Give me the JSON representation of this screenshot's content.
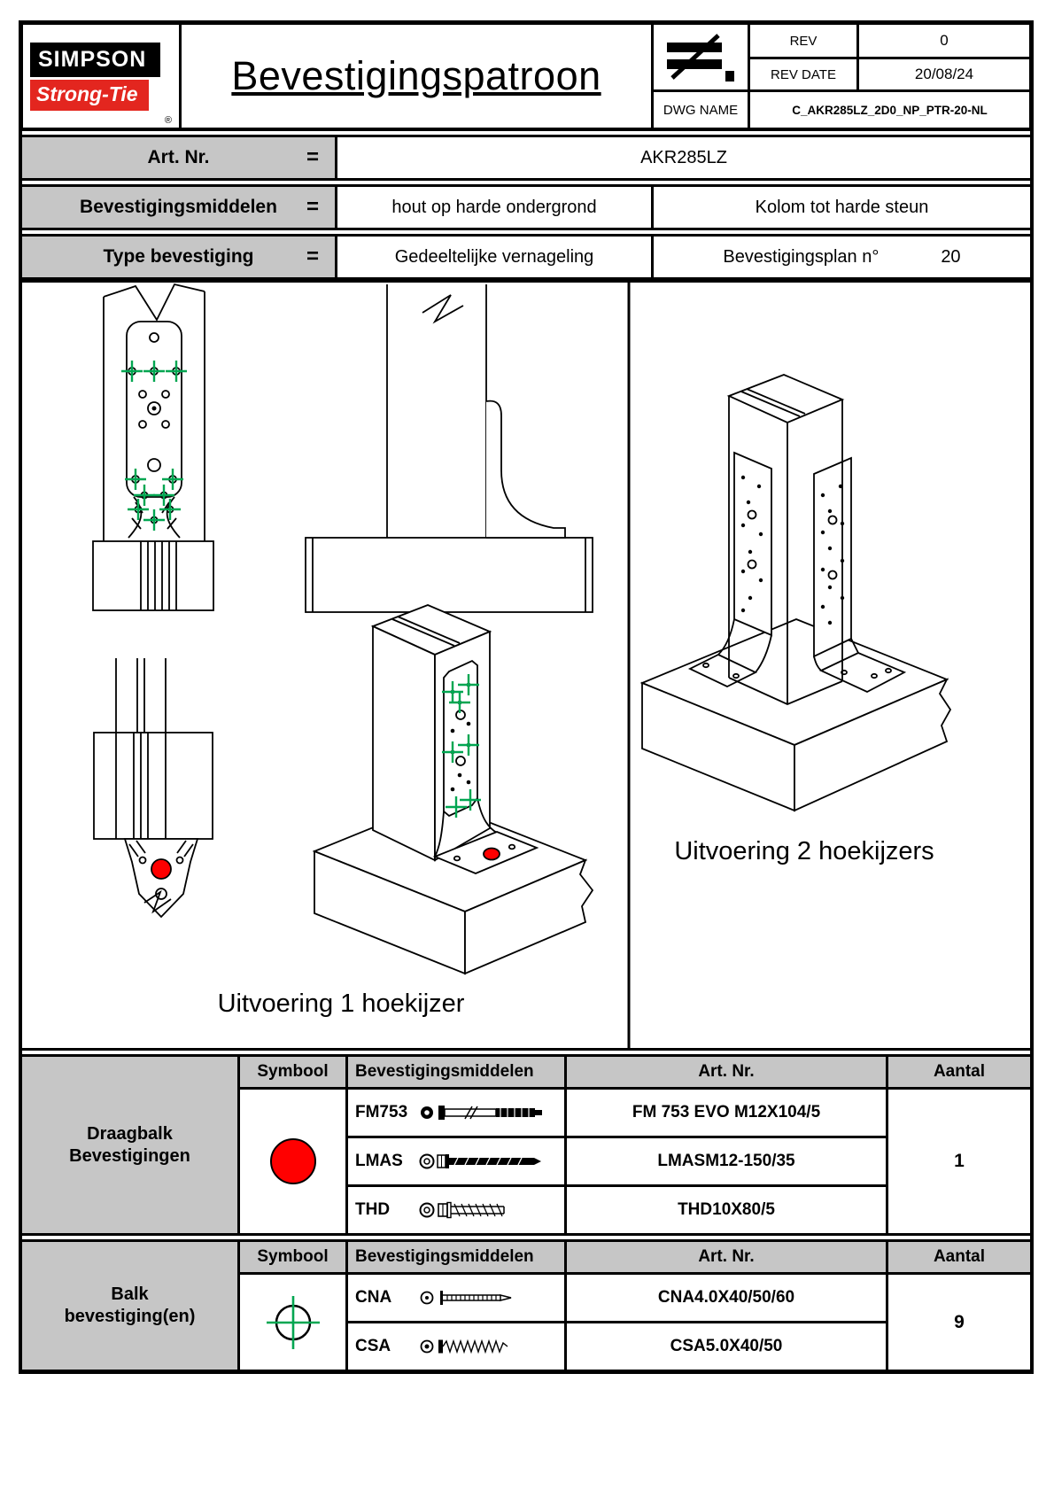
{
  "colors": {
    "brand_red": "#e3261f",
    "symbol_red": "#ff0000",
    "symbol_green": "#00a651",
    "header_gray": "#c6c6c6",
    "line_black": "#000000"
  },
  "logo": {
    "line1": "SIMPSON",
    "line2": "Strong-Tie",
    "registered_mark": "®"
  },
  "title_block": {
    "title": "Bevestigingspatroon",
    "projection_symbol": "≠",
    "rev_label": "REV",
    "rev_value": "0",
    "rev_date_label": "REV DATE",
    "rev_date_value": "20/08/24",
    "dwg_name_label": "DWG NAME",
    "dwg_name_value": "C_AKR285LZ_2D0_NP_PTR-20-NL"
  },
  "info_table": {
    "equals_sign": "=",
    "rows": [
      {
        "label": "Art. Nr.",
        "value": "AKR285LZ"
      },
      {
        "label": "Bevestigingsmiddelen",
        "value_left": "hout op harde ondergrond",
        "value_right": "Kolom tot harde steun"
      },
      {
        "label": "Type bevestiging",
        "value_left": "Gedeeltelijke vernageling",
        "value_right_label": "Bevestigingsplan n°",
        "value_right_number": "20"
      }
    ]
  },
  "drawing_area": {
    "caption_variant1": "Uitvoering 1 hoekijzer",
    "caption_variant2": "Uitvoering 2 hoekijzers"
  },
  "fastener_tables": [
    {
      "group_line1": "Draagbalk",
      "group_line2": "Bevestigingen",
      "col_symbol": "Symbool",
      "col_fasteners": "Bevestigingsmiddelen",
      "col_artnr": "Art. Nr.",
      "col_qty": "Aantal",
      "symbol": "red-filled-circle",
      "rows": [
        {
          "name": "FM753",
          "artnr": "FM 753 EVO M12X104/5"
        },
        {
          "name": "LMAS",
          "artnr": "LMASM12-150/35"
        },
        {
          "name": "THD",
          "artnr": "THD10X80/5"
        }
      ],
      "qty": "1"
    },
    {
      "group_line1": "Balk",
      "group_line2": "bevestiging(en)",
      "col_symbol": "Symbool",
      "col_fasteners": "Bevestigingsmiddelen",
      "col_artnr": "Art. Nr.",
      "col_qty": "Aantal",
      "symbol": "green-crosshair-circle",
      "rows": [
        {
          "name": "CNA",
          "artnr": "CNA4.0X40/50/60"
        },
        {
          "name": "CSA",
          "artnr": "CSA5.0X40/50"
        }
      ],
      "qty": "9"
    }
  ]
}
